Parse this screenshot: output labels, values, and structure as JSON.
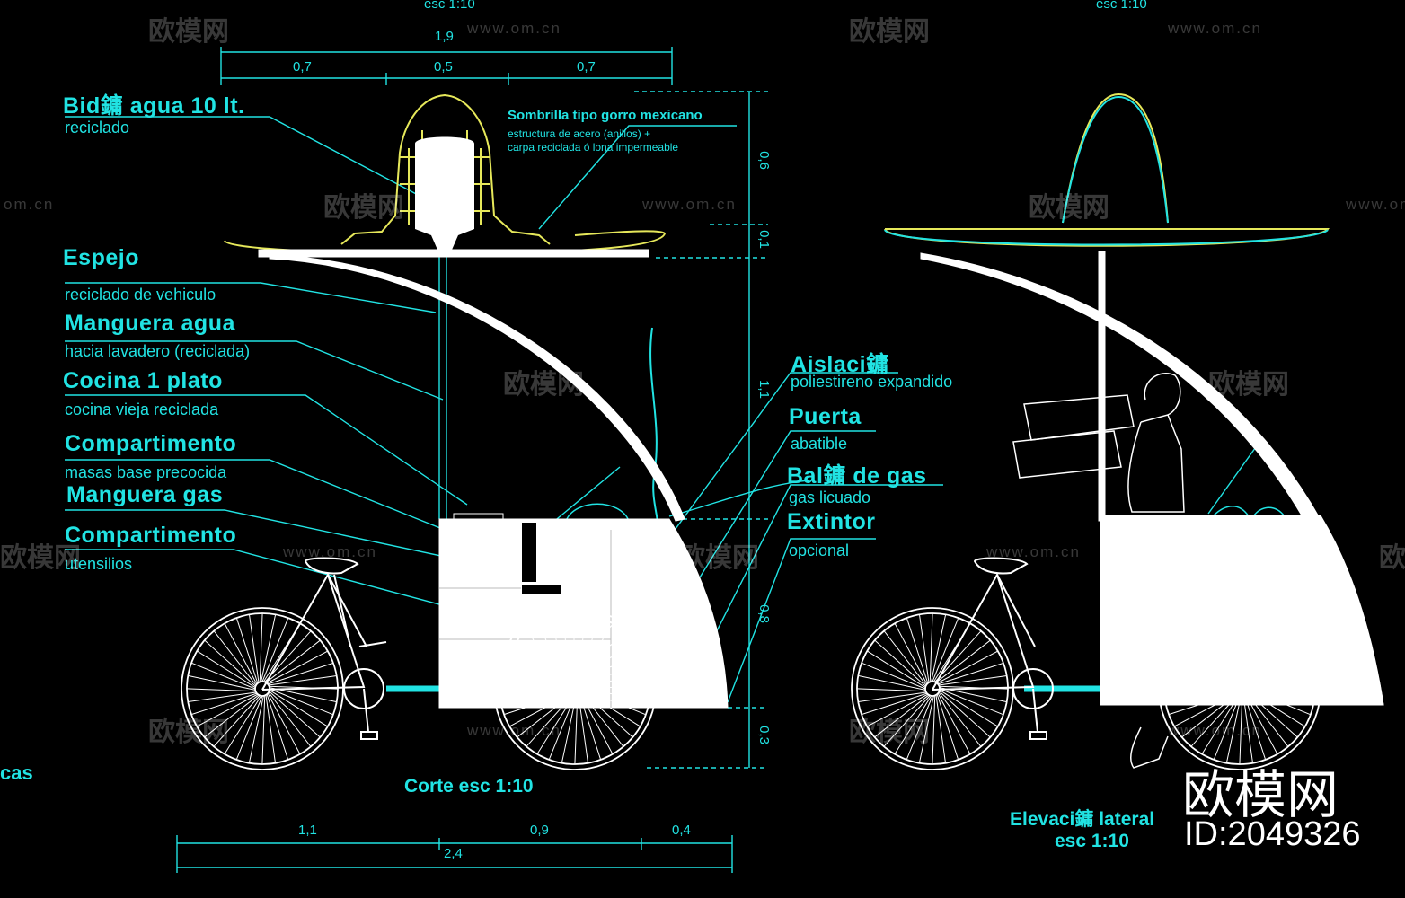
{
  "top_scale_left": "esc 1:10",
  "top_scale_right": "esc 1:10",
  "dims_top": {
    "total": "1,9",
    "d1": "0,7",
    "d2": "0,5",
    "d3": "0,7"
  },
  "dims_side": {
    "v1": "0,6",
    "v2": "0,1",
    "v3": "1,1",
    "v4": "0,8",
    "v5": "0,3"
  },
  "dims_bottom": {
    "d1": "1,1",
    "d2": "0,9",
    "d3": "0,4",
    "total": "2,4"
  },
  "labels_left": [
    {
      "title": "Bid鏞 agua 10 lt.",
      "sub": "reciclado"
    },
    {
      "title": "Espejo",
      "sub": "reciclado de vehiculo"
    },
    {
      "title": "Manguera agua",
      "sub": "hacia lavadero (reciclada)"
    },
    {
      "title": "Cocina  1 plato",
      "sub": "cocina vieja reciclada"
    },
    {
      "title": "Compartimento",
      "sub": "masas base precocida"
    },
    {
      "title": "Manguera gas",
      "sub": ""
    },
    {
      "title": "Compartimento",
      "sub": "utensilios"
    }
  ],
  "labels_right": [
    {
      "title": "Aislaci鏞",
      "sub": "poliestireno expandido"
    },
    {
      "title": "Puerta",
      "sub": "abatible"
    },
    {
      "title": "Bal鏞 de gas",
      "sub": "gas licuado"
    },
    {
      "title": "Extintor",
      "sub": "opcional"
    }
  ],
  "sombrilla": {
    "title": "Sombrilla tipo gorro mexicano",
    "line1": "estructura de acero (anillos) +",
    "line2": "carpa reciclada ó lona impermeable"
  },
  "corte_caption": "Corte  esc 1:10",
  "elevacion_caption": "Elevaci鏞  lateral",
  "elevacion_scale": "esc 1:10",
  "edge_text": "cas",
  "watermark": {
    "cn": "欧模网",
    "url": "www.om.cn",
    "url_short": "om.cn",
    "brand": "欧模网",
    "id": "ID:2049326"
  },
  "colors": {
    "background": "#000000",
    "annotation": "#21e3e3",
    "hat": "#e6e85a",
    "drawing": "#ffffff"
  }
}
